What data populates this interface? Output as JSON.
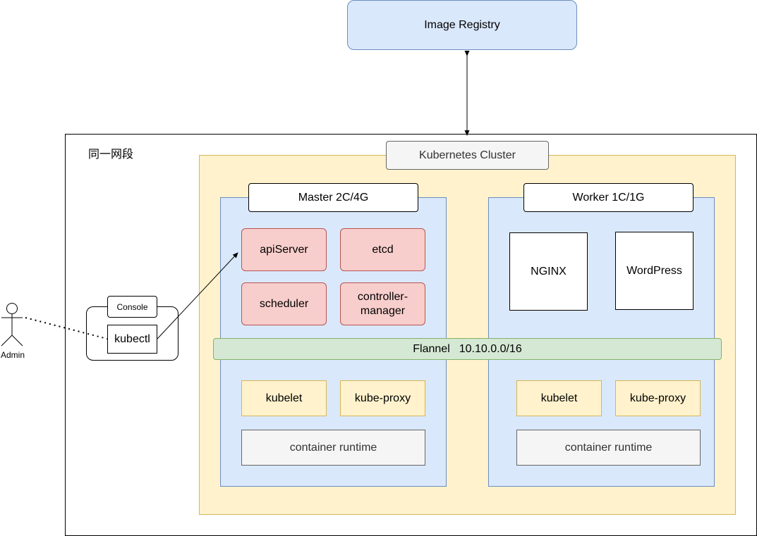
{
  "registry": {
    "label": "Image Registry"
  },
  "network": {
    "label": "同一网段"
  },
  "cluster": {
    "label": "Kubernetes Cluster"
  },
  "master": {
    "label": "Master 2C/4G",
    "components": {
      "apiserver": "apiServer",
      "etcd": "etcd",
      "scheduler": "scheduler",
      "controller_manager": "controller-manager"
    },
    "kubelet": "kubelet",
    "kube_proxy": "kube-proxy",
    "runtime": "container runtime"
  },
  "worker": {
    "label": "Worker 1C/1G",
    "apps": {
      "nginx": "NGINX",
      "wordpress": "WordPress"
    },
    "kubelet": "kubelet",
    "kube_proxy": "kube-proxy",
    "runtime": "container runtime"
  },
  "flannel": {
    "label": "Flannel",
    "cidr": "10.10.0.0/16"
  },
  "console": {
    "label": "Console",
    "kubectl": "kubectl"
  },
  "actor": {
    "label": "Admin"
  },
  "colors": {
    "blue_fill": "#dae8fc",
    "blue_stroke": "#6c8ebf",
    "yellow_fill": "#fff2cc",
    "yellow_stroke": "#d6b656",
    "red_fill": "#f8cecc",
    "red_stroke": "#b85450",
    "green_fill": "#d5e8d4",
    "green_stroke": "#82b366",
    "gray_fill": "#f5f5f5",
    "gray_stroke": "#666666"
  }
}
